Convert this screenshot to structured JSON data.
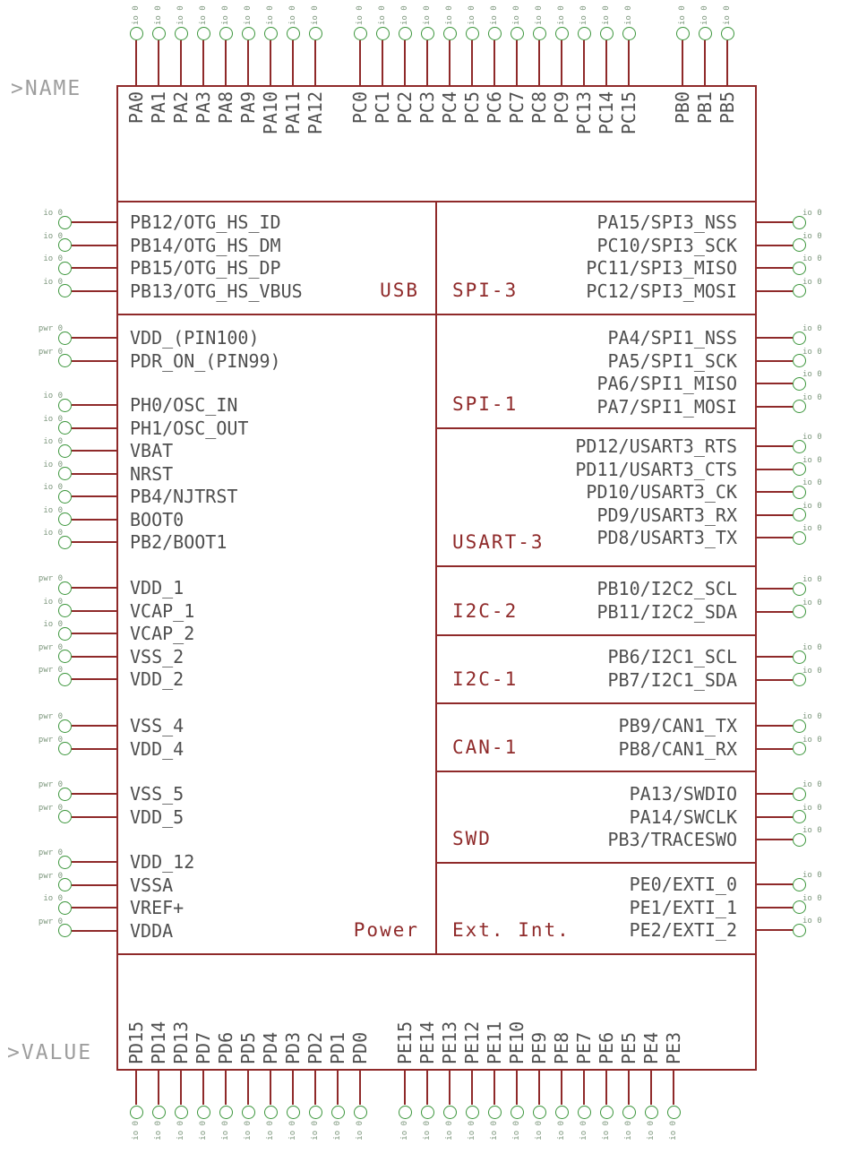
{
  "colors": {
    "symbol": "#8f2a2a",
    "pin-text": "#4f4f4f",
    "meta": "#7d977d",
    "green": "#3c963c",
    "placeholder": "#9e9e9e",
    "background": "#ffffff"
  },
  "placeholders": {
    "name": ">NAME",
    "value": ">VALUE"
  },
  "top_pins": {
    "meta_label": "io 0",
    "groups": [
      [
        "PA0",
        "PA1",
        "PA2",
        "PA3",
        "PA8",
        "PA9",
        "PA10",
        "PA11",
        "PA12"
      ],
      [
        "PC0",
        "PC1",
        "PC2",
        "PC3",
        "PC4",
        "PC5",
        "PC6",
        "PC7",
        "PC8",
        "PC9",
        "PC13",
        "PC14",
        "PC15"
      ],
      [
        "PB0",
        "PB1",
        "PB5"
      ]
    ]
  },
  "bottom_pins": {
    "meta_label": "io 0",
    "groups": [
      [
        "PD15",
        "PD14",
        "PD13",
        "PD7",
        "PD6",
        "PD5",
        "PD4",
        "PD3",
        "PD2",
        "PD1",
        "PD0"
      ],
      [
        "PE15",
        "PE14",
        "PE13",
        "PE12",
        "PE11",
        "PE10",
        "PE9",
        "PE8",
        "PE7",
        "PE6",
        "PE5",
        "PE4",
        "PE3"
      ]
    ]
  },
  "left_sections": [
    {
      "label": "USB",
      "groups": [
        [
          {
            "name": "PB12/OTG_HS_ID",
            "meta": "io 0"
          },
          {
            "name": "PB14/OTG_HS_DM",
            "meta": "io 0"
          },
          {
            "name": "PB15/OTG_HS_DP",
            "meta": "io 0"
          },
          {
            "name": "PB13/OTG_HS_VBUS",
            "meta": "io 0"
          }
        ]
      ]
    },
    {
      "label": "Power",
      "groups": [
        [
          {
            "name": "VDD_(PIN100)",
            "meta": "pwr 0"
          },
          {
            "name": "PDR_ON_(PIN99)",
            "meta": "pwr 0"
          }
        ],
        [
          {
            "name": "PH0/OSC_IN",
            "meta": "io 0"
          },
          {
            "name": "PH1/OSC_OUT",
            "meta": "io 0"
          },
          {
            "name": "VBAT",
            "meta": "io 0"
          },
          {
            "name": "NRST",
            "meta": "io 0"
          },
          {
            "name": "PB4/NJTRST",
            "meta": "io 0"
          },
          {
            "name": "BOOT0",
            "meta": "io 0"
          },
          {
            "name": "PB2/BOOT1",
            "meta": "io 0"
          }
        ],
        [
          {
            "name": "VDD_1",
            "meta": "pwr 0"
          },
          {
            "name": "VCAP_1",
            "meta": "io 0"
          },
          {
            "name": "VCAP_2",
            "meta": "io 0"
          },
          {
            "name": "VSS_2",
            "meta": "pwr 0"
          },
          {
            "name": "VDD_2",
            "meta": "pwr 0"
          }
        ],
        [
          {
            "name": "VSS_4",
            "meta": "pwr 0"
          },
          {
            "name": "VDD_4",
            "meta": "pwr 0"
          }
        ],
        [
          {
            "name": "VSS_5",
            "meta": "pwr 0"
          },
          {
            "name": "VDD_5",
            "meta": "pwr 0"
          }
        ],
        [
          {
            "name": "VDD_12",
            "meta": "pwr 0"
          },
          {
            "name": "VSSA",
            "meta": "pwr 0"
          },
          {
            "name": "VREF+",
            "meta": "io 0"
          },
          {
            "name": "VDDA",
            "meta": "pwr 0"
          }
        ]
      ]
    }
  ],
  "right_sections": [
    {
      "label": "SPI-3",
      "pins": [
        {
          "name": "PA15/SPI3_NSS",
          "meta": "io 0"
        },
        {
          "name": "PC10/SPI3_SCK",
          "meta": "io 0"
        },
        {
          "name": "PC11/SPI3_MISO",
          "meta": "io 0"
        },
        {
          "name": "PC12/SPI3_MOSI",
          "meta": "io 0"
        }
      ]
    },
    {
      "label": "SPI-1",
      "pins": [
        {
          "name": "PA4/SPI1_NSS",
          "meta": "io 0"
        },
        {
          "name": "PA5/SPI1_SCK",
          "meta": "io 0"
        },
        {
          "name": "PA6/SPI1_MISO",
          "meta": "io 0"
        },
        {
          "name": "PA7/SPI1_MOSI",
          "meta": "io 0"
        }
      ]
    },
    {
      "label": "USART-3",
      "pins": [
        {
          "name": "PD12/USART3_RTS",
          "meta": "io 0"
        },
        {
          "name": "PD11/USART3_CTS",
          "meta": "io 0"
        },
        {
          "name": "PD10/USART3_CK",
          "meta": "io 0"
        },
        {
          "name": "PD9/USART3_RX",
          "meta": "io 0"
        },
        {
          "name": "PD8/USART3_TX",
          "meta": "io 0"
        }
      ]
    },
    {
      "label": "I2C-2",
      "pins": [
        {
          "name": "PB10/I2C2_SCL",
          "meta": "io 0"
        },
        {
          "name": "PB11/I2C2_SDA",
          "meta": "io 0"
        }
      ]
    },
    {
      "label": "I2C-1",
      "pins": [
        {
          "name": "PB6/I2C1_SCL",
          "meta": "io 0"
        },
        {
          "name": "PB7/I2C1_SDA",
          "meta": "io 0"
        }
      ]
    },
    {
      "label": "CAN-1",
      "pins": [
        {
          "name": "PB9/CAN1_TX",
          "meta": "io 0"
        },
        {
          "name": "PB8/CAN1_RX",
          "meta": "io 0"
        }
      ]
    },
    {
      "label": "SWD",
      "pins": [
        {
          "name": "PA13/SWDIO",
          "meta": "io 0"
        },
        {
          "name": "PA14/SWCLK",
          "meta": "io 0"
        },
        {
          "name": "PB3/TRACESWO",
          "meta": "io 0"
        }
      ]
    },
    {
      "label": "Ext. Int.",
      "pins": [
        {
          "name": "PE0/EXTI_0",
          "meta": "io 0"
        },
        {
          "name": "PE1/EXTI_1",
          "meta": "io 0"
        },
        {
          "name": "PE2/EXTI_2",
          "meta": "io 0"
        }
      ]
    }
  ]
}
